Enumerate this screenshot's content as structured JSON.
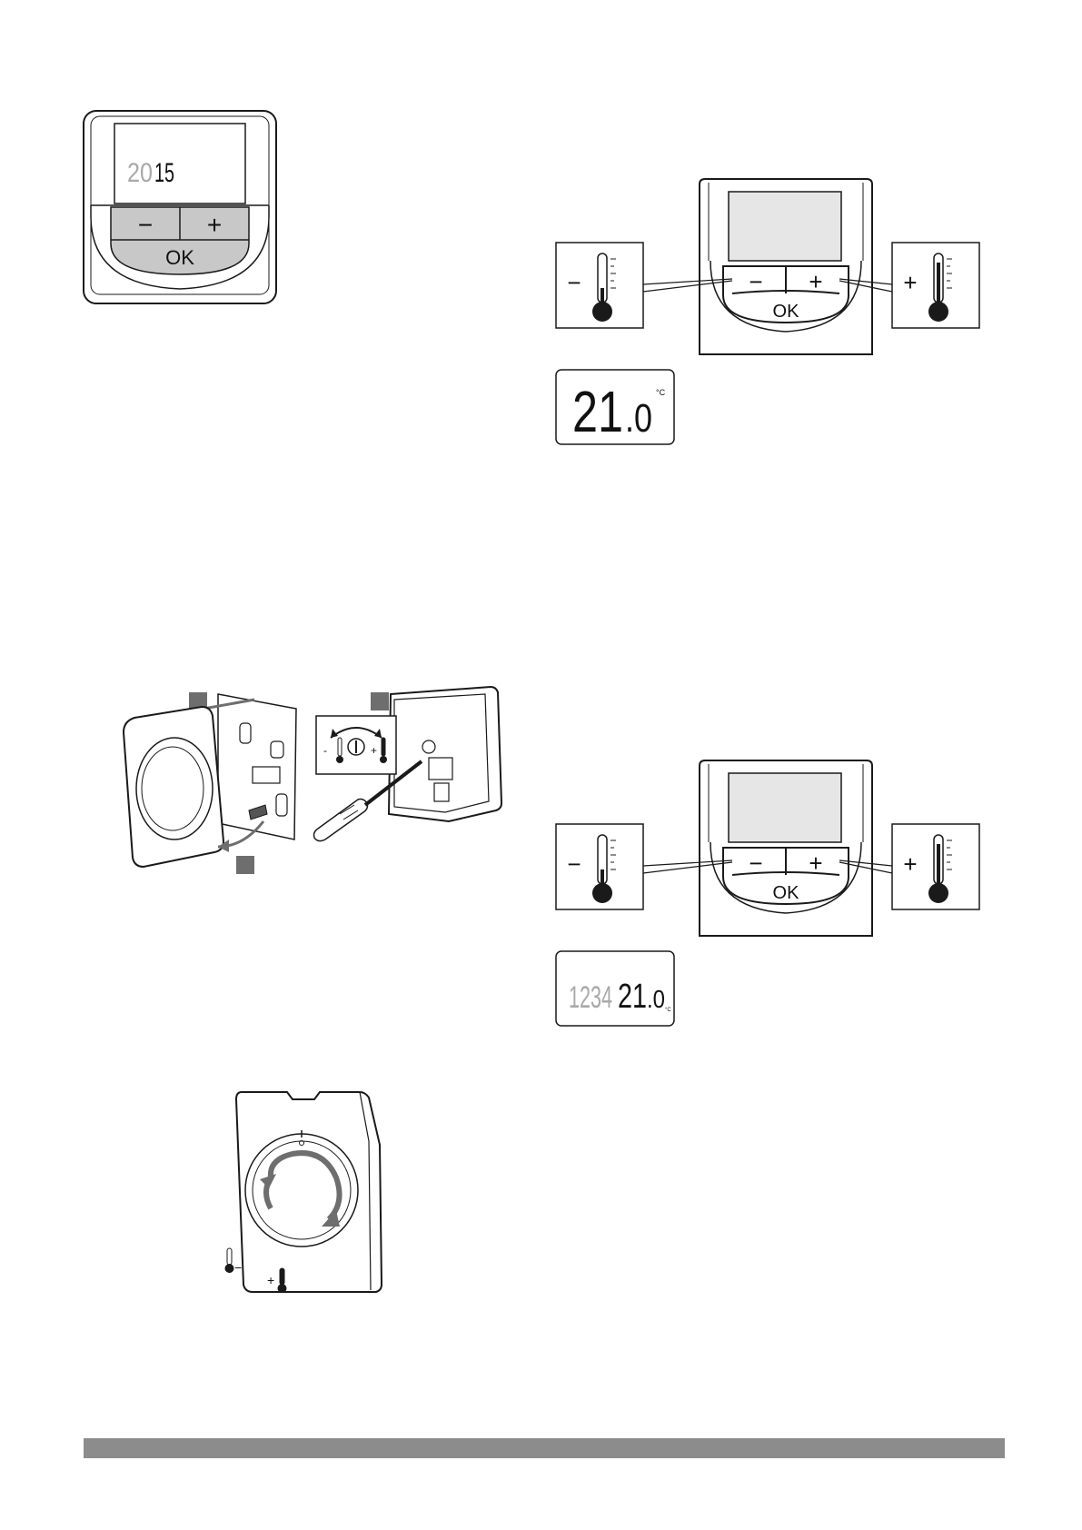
{
  "colors": {
    "outline": "#1a1a1a",
    "button_fill": "#c8c8c8",
    "lcd_fill": "#e6e6e6",
    "ghost_digit": "#a9a9a9",
    "bar": "#8c8c8c"
  },
  "figure_year": {
    "lcd_year_prefix": "20",
    "lcd_year_suffix": "15",
    "minus_label": "−",
    "plus_label": "+",
    "ok_label": "OK"
  },
  "figure_setpoint_a": {
    "minus_label": "−",
    "plus_label": "+",
    "ok_label": "OK",
    "thermo_minus_label": "−",
    "thermo_plus_label": "+",
    "lcd_value_int": "21",
    "lcd_value_dec": ".0",
    "lcd_unit": "°C"
  },
  "figure_setpoint_b": {
    "minus_label": "−",
    "plus_label": "+",
    "ok_label": "OK",
    "thermo_minus_label": "−",
    "thermo_plus_label": "+",
    "lcd_ghost": "1234",
    "lcd_value_int": "21",
    "lcd_value_dec": ".0",
    "lcd_unit": "°C"
  },
  "figure_dial_removal": {
    "dial_minus": "-",
    "dial_plus": "+"
  },
  "figure_dial_knob": {
    "dial_minus": "−",
    "dial_plus": "+"
  },
  "icons": {
    "thermometer": "thermometer-icon",
    "screwdriver": "screwdriver-icon",
    "rotate_arrow": "rotate-arrow-icon",
    "step_marker": "step-marker-icon"
  }
}
